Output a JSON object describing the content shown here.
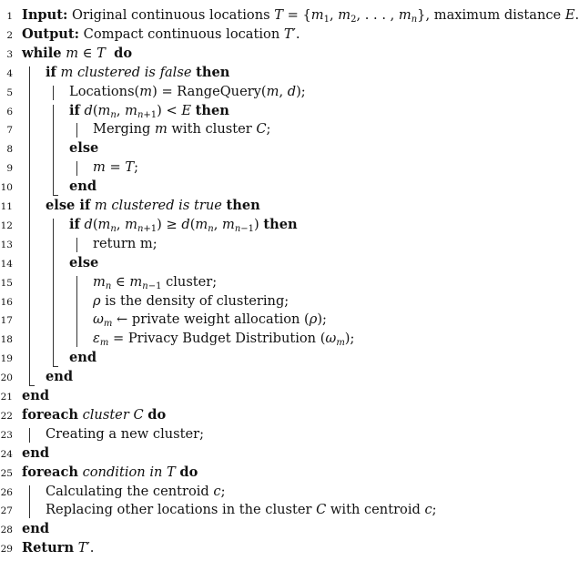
{
  "algorithm": {
    "lines": [
      {
        "n": "1",
        "ind": 0,
        "html": "<b>Input:</b> Original continuous locations <i>T</i> = {<i>m</i><sub>1</sub>, <i>m</i><sub>2</sub>, . . . , <i>m<sub>n</sub></i>}, maximum distance <i>E</i>."
      },
      {
        "n": "2",
        "ind": 0,
        "html": "<b>Output:</b> Compact continuous location <i>T</i>′."
      },
      {
        "n": "3",
        "ind": 0,
        "html": "<b>while</b> <i>m</i> ∈ <i>T</i> &nbsp;<b>do</b>"
      },
      {
        "n": "4",
        "ind": 1,
        "html": "<b>if</b> <i>m clustered is false</i> <b>then</b>"
      },
      {
        "n": "5",
        "ind": 2,
        "html": "Locations(<i>m</i>) = RangeQuery(<i>m</i>, <i>d</i>);"
      },
      {
        "n": "6",
        "ind": 2,
        "html": "<b>if</b> <i>d</i>(<i>m<sub>n</sub></i>, <i>m</i><sub><i>n</i>+1</sub>) &lt; <i>E</i> <b>then</b>"
      },
      {
        "n": "7",
        "ind": 3,
        "html": "Merging <i>m</i> with cluster <i>C</i>;"
      },
      {
        "n": "8",
        "ind": 2,
        "html": "<b>else</b>"
      },
      {
        "n": "9",
        "ind": 3,
        "html": "<i>m</i> = <i>T</i>;"
      },
      {
        "n": "10",
        "ind": 2,
        "html": "<b>end</b>"
      },
      {
        "n": "11",
        "ind": 1,
        "html": "<b>else if</b> <i>m clustered is true</i> <b>then</b>"
      },
      {
        "n": "12",
        "ind": 2,
        "html": "<b>if</b> <i>d</i>(<i>m<sub>n</sub></i>, <i>m</i><sub><i>n</i>+1</sub>) ≥ <i>d</i>(<i>m<sub>n</sub></i>, <i>m</i><sub><i>n</i>−1</sub>) <b>then</b>"
      },
      {
        "n": "13",
        "ind": 3,
        "html": "return m;"
      },
      {
        "n": "14",
        "ind": 2,
        "html": "<b>else</b>"
      },
      {
        "n": "15",
        "ind": 3,
        "html": "<i>m<sub>n</sub></i> ∈ <i>m</i><sub><i>n</i>−1</sub> cluster;"
      },
      {
        "n": "16",
        "ind": 3,
        "html": "<i>ρ</i> is the density of clustering;"
      },
      {
        "n": "17",
        "ind": 3,
        "html": "<i>ω<sub>m</sub></i> ← private weight allocation (<i>ρ</i>);"
      },
      {
        "n": "18",
        "ind": 3,
        "html": "<i>ε<sub>m</sub></i> = Privacy Budget Distribution (<i>ω<sub>m</sub></i>);"
      },
      {
        "n": "19",
        "ind": 2,
        "html": "<b>end</b>"
      },
      {
        "n": "20",
        "ind": 1,
        "html": "<b>end</b>"
      },
      {
        "n": "21",
        "ind": 0,
        "html": "<b>end</b>"
      },
      {
        "n": "22",
        "ind": 0,
        "html": "<b>foreach</b> <i>cluster C</i> <b>do</b>"
      },
      {
        "n": "23",
        "ind": 1,
        "html": "Creating a new cluster;"
      },
      {
        "n": "24",
        "ind": 0,
        "html": "<b>end</b>"
      },
      {
        "n": "25",
        "ind": 0,
        "html": "<b>foreach</b> <i>condition in T</i> <b>do</b>"
      },
      {
        "n": "26",
        "ind": 1,
        "html": "Calculating the centroid <i>c</i>;"
      },
      {
        "n": "27",
        "ind": 1,
        "html": "Replacing other locations in the cluster <i>C</i> with centroid <i>c</i>;"
      },
      {
        "n": "28",
        "ind": 0,
        "html": "<b>end</b>"
      },
      {
        "n": "29",
        "ind": 0,
        "html": "<b>Return</b> <i>T</i>′."
      }
    ]
  }
}
